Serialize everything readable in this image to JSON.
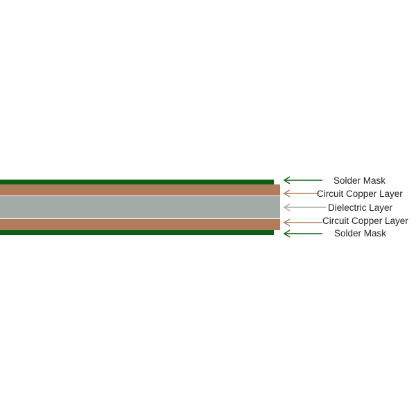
{
  "title": "PCB layer stack cross-section",
  "colors": {
    "solder_mask": "#0d5e14",
    "copper": "#b07c5c",
    "dielectric": "#a3aba7"
  },
  "layers": [
    {
      "label": "Solder Mask",
      "type": "solder_mask"
    },
    {
      "label": "Circuit Copper Layer",
      "type": "copper"
    },
    {
      "label": "Dielectric Layer",
      "type": "dielectric"
    },
    {
      "label": "Circuit Copper Layer",
      "type": "copper"
    },
    {
      "label": "Solder Mask",
      "type": "solder_mask"
    }
  ]
}
